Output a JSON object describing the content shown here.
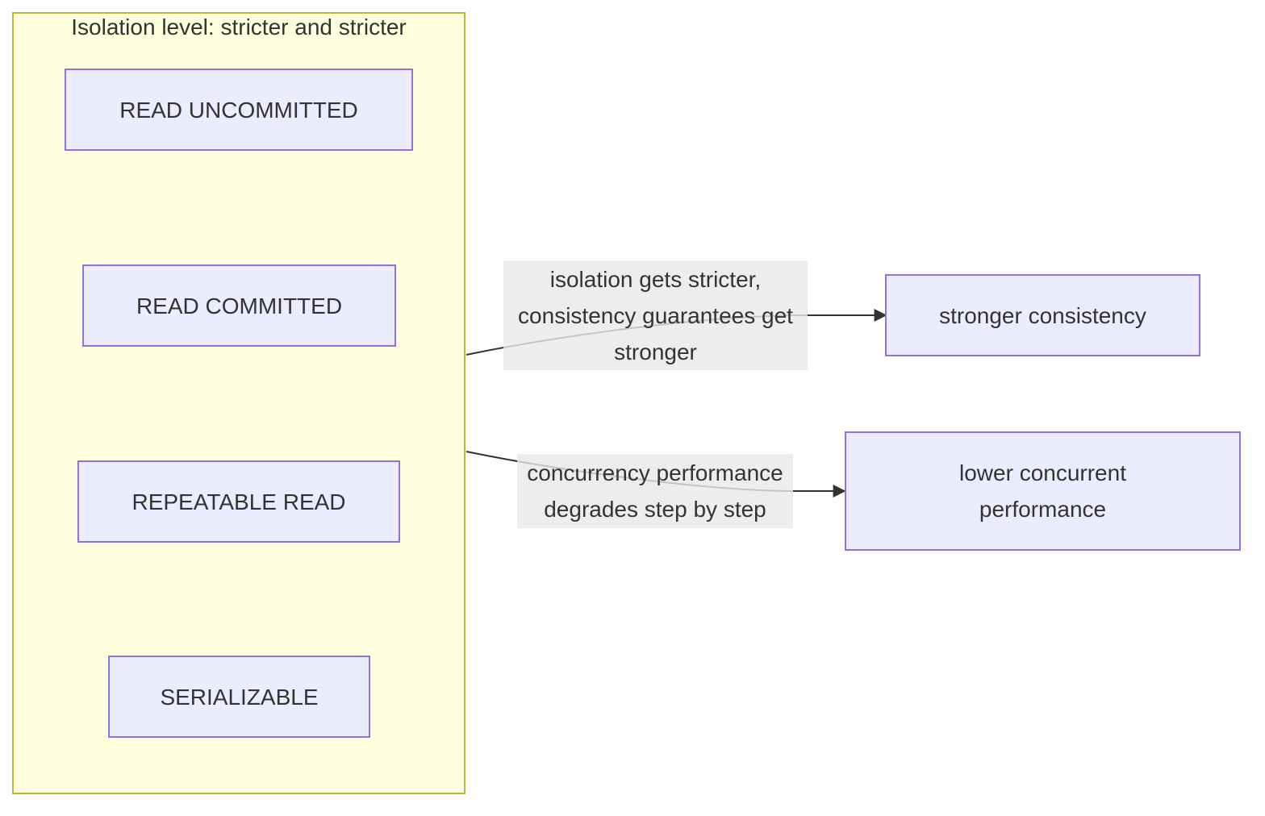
{
  "diagram": {
    "cluster": {
      "title": "Isolation level: stricter and stricter"
    },
    "levels": [
      {
        "label": "READ UNCOMMITTED"
      },
      {
        "label": "READ COMMITTED"
      },
      {
        "label": "REPEATABLE READ"
      },
      {
        "label": "SERIALIZABLE"
      }
    ],
    "outcomes": {
      "consistency": {
        "label": "stronger consistency",
        "edge_label": "isolation gets stricter, consistency guarantees get stronger"
      },
      "performance": {
        "label": "lower concurrent performance",
        "edge_label": "concurrency performance degrades step by step"
      }
    },
    "colors": {
      "cluster_fill": "#ffffde",
      "cluster_border": "#b8b83a",
      "node_fill": "#ececff",
      "node_border": "#9370db",
      "edge_label_bg": "#e8e8e8",
      "line": "#333333",
      "text": "#333333"
    }
  }
}
